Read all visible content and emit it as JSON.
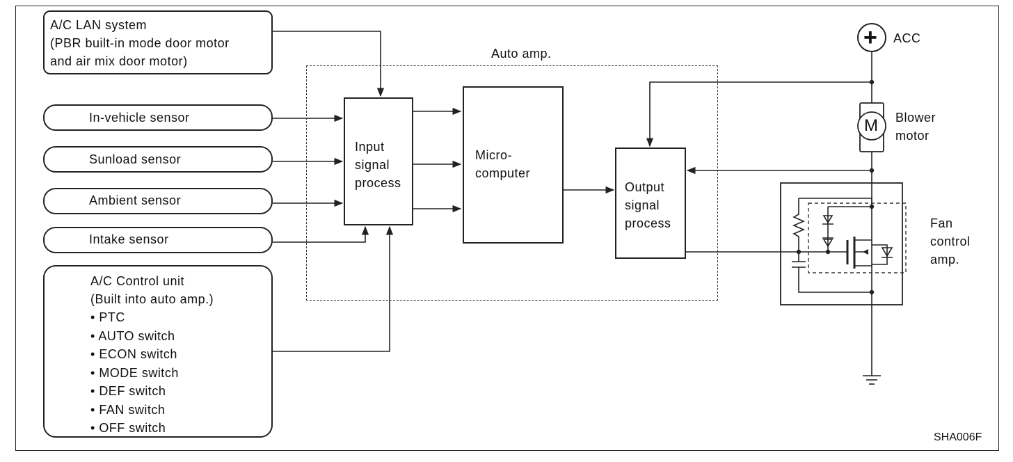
{
  "ac_lan": {
    "line1": "A/C LAN system",
    "line2": "(PBR built-in mode door motor",
    "line3": "and air mix door motor)"
  },
  "sensors": [
    {
      "label": "In-vehicle sensor"
    },
    {
      "label": "Sunload sensor"
    },
    {
      "label": "Ambient sensor"
    },
    {
      "label": "Intake sensor"
    }
  ],
  "control_unit": {
    "title": "A/C Control unit",
    "subtitle": "(Built into auto amp.)",
    "items": [
      "PTC",
      "AUTO switch",
      "ECON switch",
      "MODE switch",
      "DEF switch",
      "FAN switch",
      "OFF switch"
    ]
  },
  "auto_amp": {
    "label": "Auto amp."
  },
  "input_block": {
    "line1": "Input",
    "line2": "signal",
    "line3": "process"
  },
  "micro_block": {
    "line1": "Micro-",
    "line2": "computer"
  },
  "output_block": {
    "line1": "Output",
    "line2": "signal",
    "line3": "process"
  },
  "acc": {
    "symbol": "+",
    "label": "ACC"
  },
  "blower": {
    "symbol": "M",
    "line1": "Blower",
    "line2": "motor"
  },
  "fan_amp": {
    "line1": "Fan",
    "line2": "control",
    "line3": "amp."
  },
  "figure_id": "SHA006F"
}
